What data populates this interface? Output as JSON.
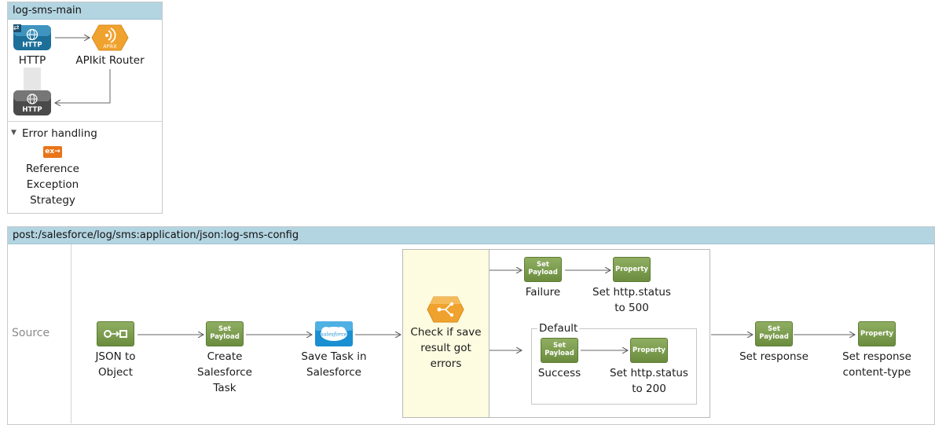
{
  "main_flow": {
    "title": "log-sms-main",
    "http_source": {
      "label": "HTTP",
      "icon_text": "HTTP"
    },
    "apikit_router": {
      "label": "APIkit Router",
      "icon_text": "APIkit"
    },
    "http_response": {
      "icon_text": "HTTP"
    },
    "error_handling": {
      "title": "Error handling",
      "badge_text": "ex",
      "strategy_label": [
        "Reference",
        "Exception",
        "Strategy"
      ]
    }
  },
  "config_flow": {
    "title": "post:/salesforce/log/sms:application/json:log-sms-config",
    "source_label": "Source",
    "steps": {
      "json_to_object": {
        "label": [
          "JSON to",
          "Object"
        ]
      },
      "create_task": {
        "icon_text": [
          "Set",
          "Payload"
        ],
        "label": [
          "Create",
          "Salesforce",
          "Task"
        ]
      },
      "save_task": {
        "icon_text": "salesforce",
        "label": [
          "Save Task in",
          "Salesforce"
        ]
      },
      "check_errors": {
        "label": [
          "Check if save",
          "result got",
          "errors"
        ]
      },
      "failure_payload": {
        "icon_text": [
          "Set",
          "Payload"
        ],
        "label": "Failure"
      },
      "failure_status": {
        "icon_text": "Property",
        "label": [
          "Set http.status",
          "to 500"
        ]
      },
      "default_label": "Default",
      "success_payload": {
        "icon_text": [
          "Set",
          "Payload"
        ],
        "label": "Success"
      },
      "success_status": {
        "icon_text": "Property",
        "label": [
          "Set http.status",
          "to 200"
        ]
      },
      "set_response": {
        "icon_text": [
          "Set",
          "Payload"
        ],
        "label": "Set response"
      },
      "set_content_type": {
        "icon_text": "Property",
        "label": [
          "Set response",
          "content-type"
        ]
      }
    }
  },
  "colors": {
    "header_bg": "#b3d4e1",
    "choice_bg": "#fdfbe0",
    "green_icon": "#7a9a4c",
    "http_blue": "#1b6f99",
    "apikit_orange": "#f0a22e",
    "error_orange": "#e8751a",
    "salesforce_blue": "#1a8fd1"
  }
}
